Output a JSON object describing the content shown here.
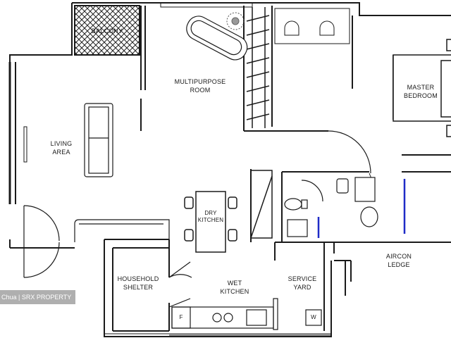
{
  "rooms": {
    "balcony": "BALCONY",
    "multipurpose": [
      "MULTIPURPOSE",
      "ROOM"
    ],
    "master": [
      "MASTER",
      "BEDROOM"
    ],
    "living": [
      "LIVING",
      "AREA"
    ],
    "dry_kitchen": [
      "DRY",
      "KITCHEN"
    ],
    "aircon": [
      "AIRCON",
      "LEDGE"
    ],
    "household": [
      "HOUSEHOLD",
      "SHELTER"
    ],
    "wet_kitchen": [
      "WET",
      "KITCHEN"
    ],
    "service": [
      "SERVICE",
      "YARD"
    ]
  },
  "appliances": {
    "fridge": "F",
    "washer": "W"
  },
  "watermark": "Chua | SRX PROPERTY",
  "colors": {
    "wall": "#1a1a1a",
    "accent_line": "#1f2bc7",
    "balcony_hatch": "#222222",
    "watermark_bg": "#707070"
  }
}
